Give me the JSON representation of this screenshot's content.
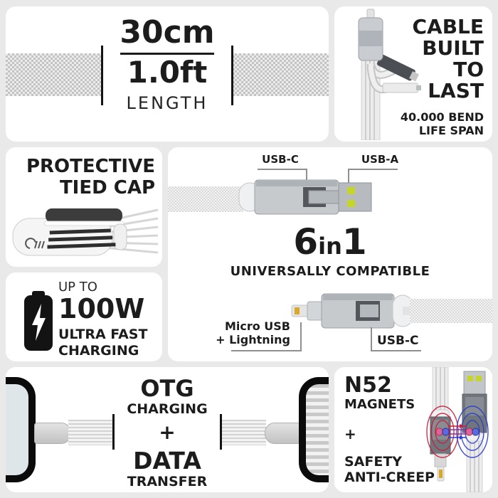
{
  "colors": {
    "background": "#e9e9e9",
    "card": "#ffffff",
    "text": "#1c1c1c",
    "accent_lime": "#c6d629",
    "bracket_gray": "#8f8f8f",
    "magnet_red": "#c81f3c",
    "magnet_blue": "#2c3ecf"
  },
  "cards": {
    "length": {
      "metric": "30cm",
      "imperial": "1.0ft",
      "label": "LENGTH"
    },
    "durability": {
      "title": [
        "CABLE",
        "BUILT",
        "TO",
        "LAST"
      ],
      "subtitle": [
        "40.000 BEND",
        "LIFE SPAN"
      ]
    },
    "cap": {
      "title": [
        "PROTECTIVE",
        "TIED CAP"
      ]
    },
    "six_in_one": {
      "top_labels": {
        "usb_c": "USB-C",
        "usb_a": "USB-A"
      },
      "headline": {
        "six": "6",
        "in": "in",
        "one": "1"
      },
      "subtitle": "UNIVERSALLY COMPATIBLE",
      "bottom_labels": {
        "micro_line1": "Micro USB",
        "micro_line2": "+ Lightning",
        "usb_c": "USB-C"
      }
    },
    "charging": {
      "prefix": "UP TO",
      "watts": "100W",
      "line1": "ULTRA FAST",
      "line2": "CHARGING"
    },
    "otg": {
      "line1": "OTG",
      "line2": "CHARGING",
      "plus": "+",
      "line3": "DATA",
      "line4": "TRANSFER"
    },
    "magnets": {
      "line1": "N52",
      "line2": "MAGNETS",
      "plus": "+",
      "line3": "SAFETY",
      "line4": "ANTI-CREEP"
    }
  },
  "icons": {
    "battery": "battery-bolt-icon",
    "lightning_tip": "lightning-connector-icon",
    "usb_a": "usb-a-connector-icon",
    "usb_c": "usb-c-connector-icon"
  }
}
